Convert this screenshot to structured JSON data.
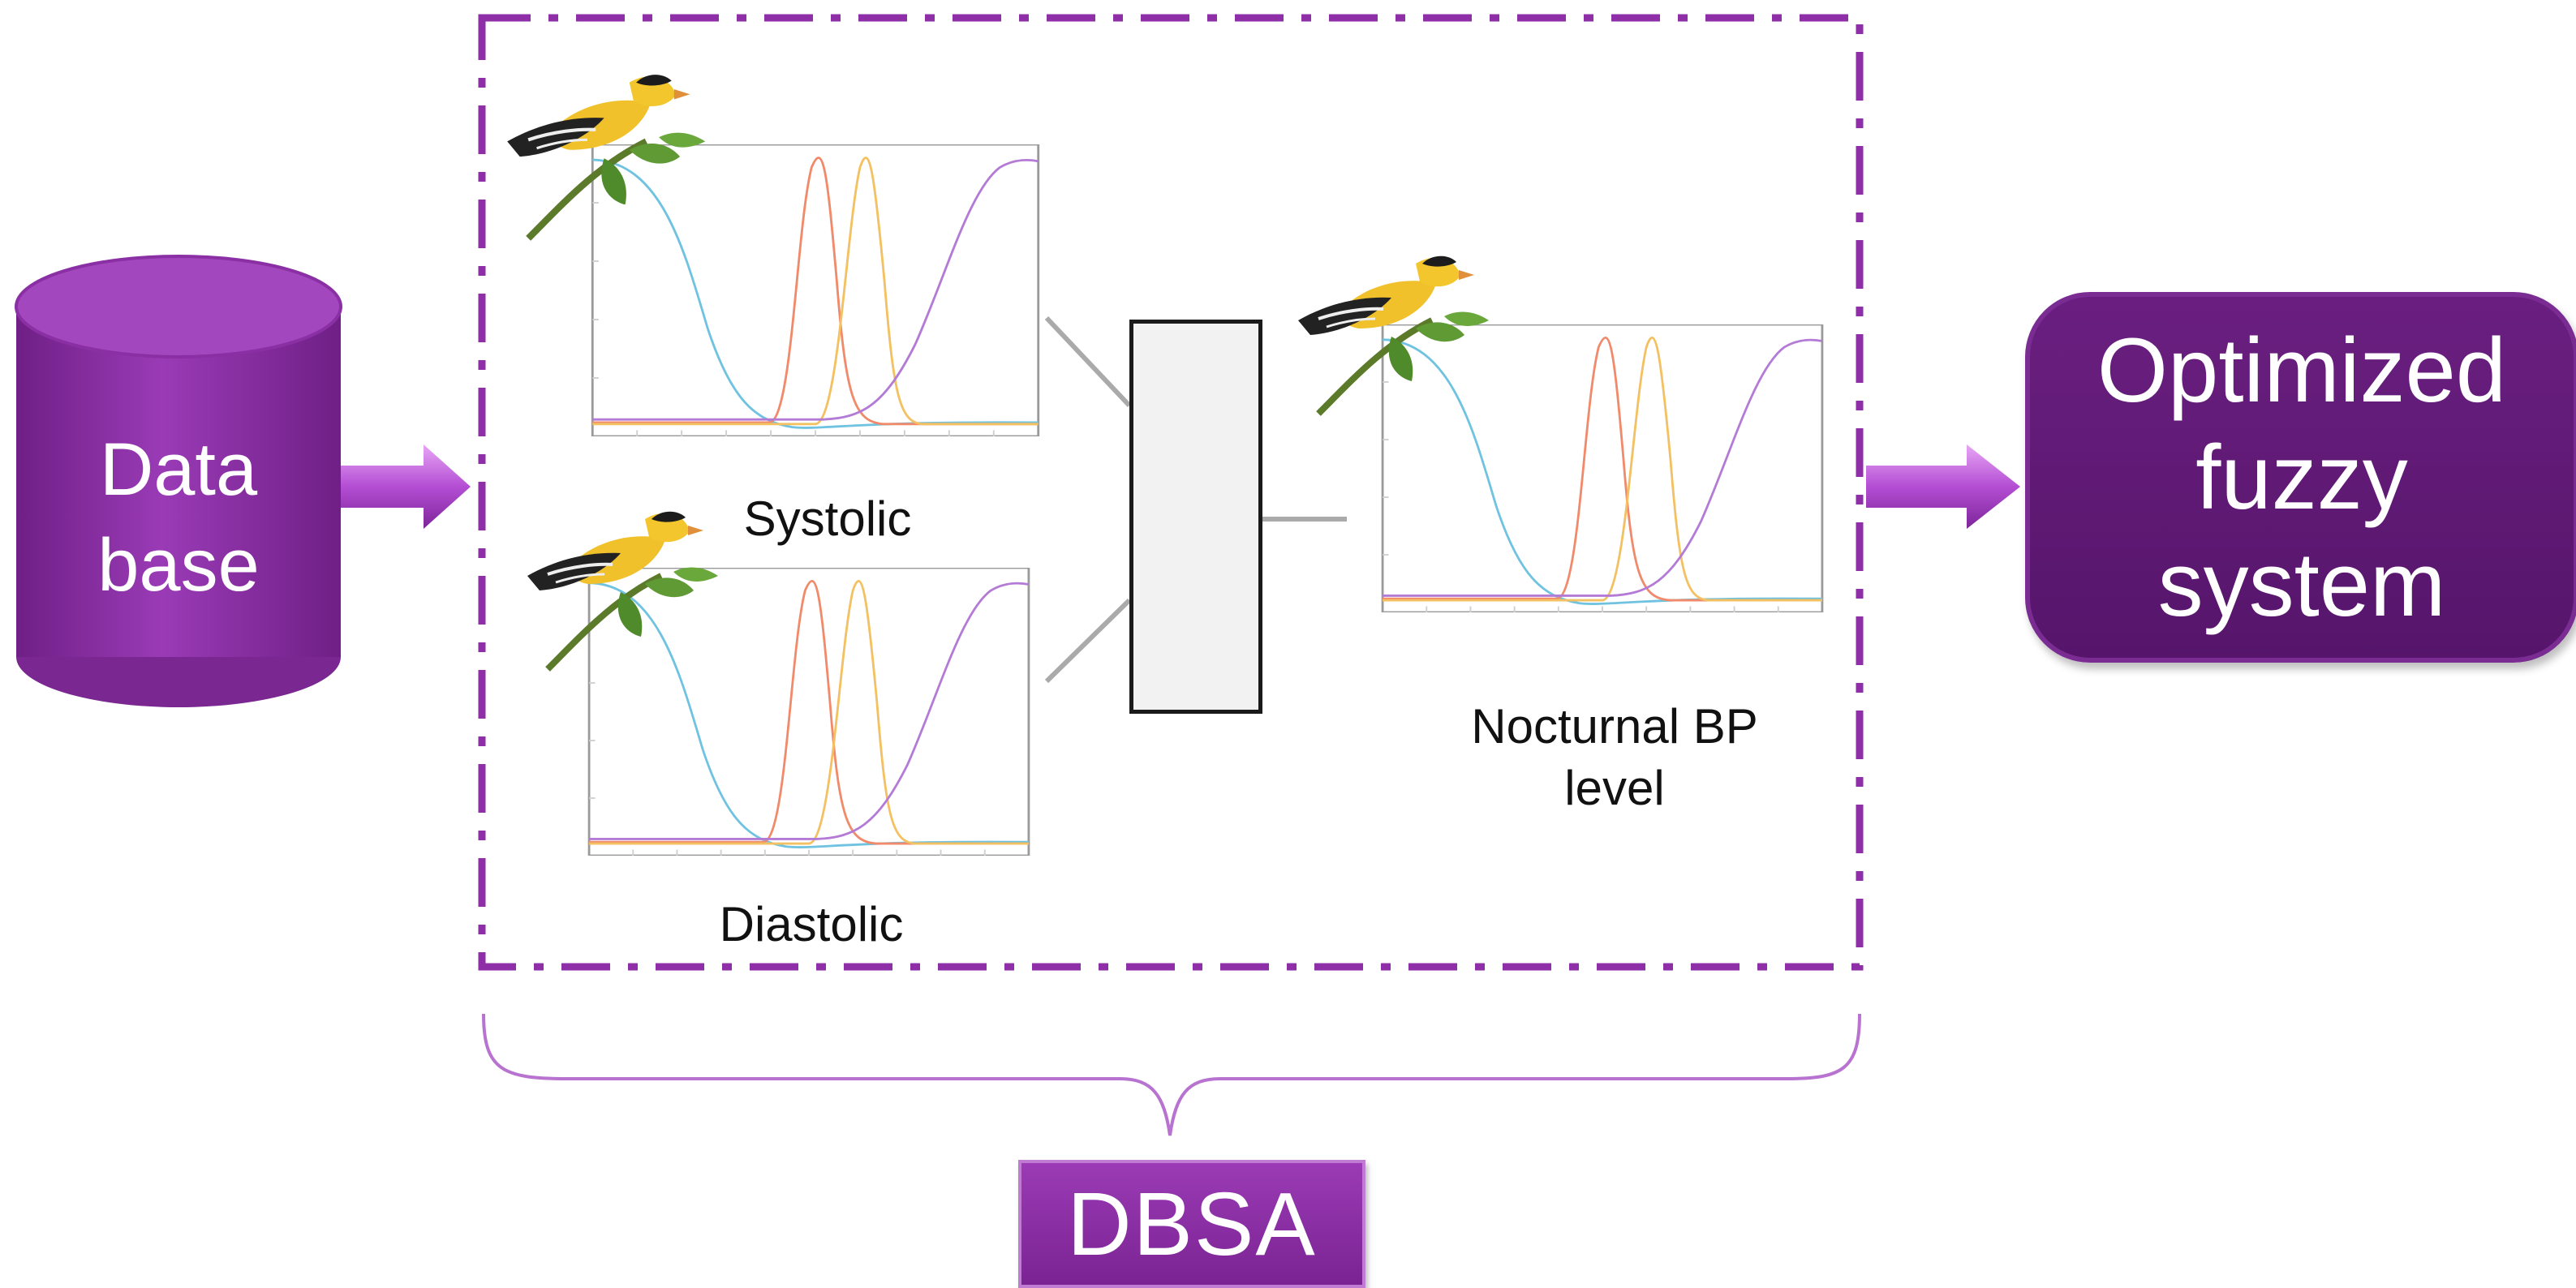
{
  "diagram": {
    "database_label_line1": "Data",
    "database_label_line2": "base",
    "input1_label": "Systolic",
    "input2_label": "Diastolic",
    "output_label_line1": "Nocturnal BP",
    "output_label_line2": "level",
    "result_line1": "Optimized",
    "result_line2": "fuzzy",
    "result_line3": "system",
    "algorithm_label": "DBSA"
  },
  "colors": {
    "purple_dark": "#6a1f80",
    "purple_mid": "#8e2fa8",
    "purple_light": "#c36be0",
    "mf_blue": "#6fc3e0",
    "mf_orange": "#f08a6a",
    "mf_yellow": "#f3c062",
    "mf_purple": "#b37ad6"
  },
  "icons": {
    "bird": "goldfinch-bird-icon",
    "database": "database-cylinder-icon",
    "arrow": "right-arrow-icon"
  }
}
